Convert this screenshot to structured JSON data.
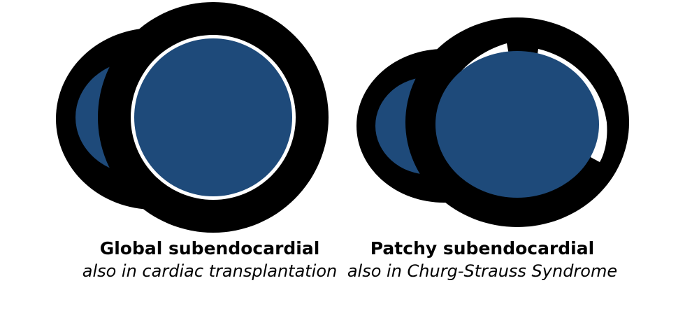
{
  "colors": {
    "myocardium": "#000000",
    "cavity": "#1e4a7a",
    "enhancement": "#ffffff",
    "background": "#ffffff"
  },
  "panels": [
    {
      "title": "Global subendocardial",
      "subtitle": "also in cardiac transplantation",
      "pattern": "global"
    },
    {
      "title": "Patchy subendocardial",
      "subtitle": "also in Churg-Strauss Syndrome",
      "pattern": "patchy"
    }
  ]
}
